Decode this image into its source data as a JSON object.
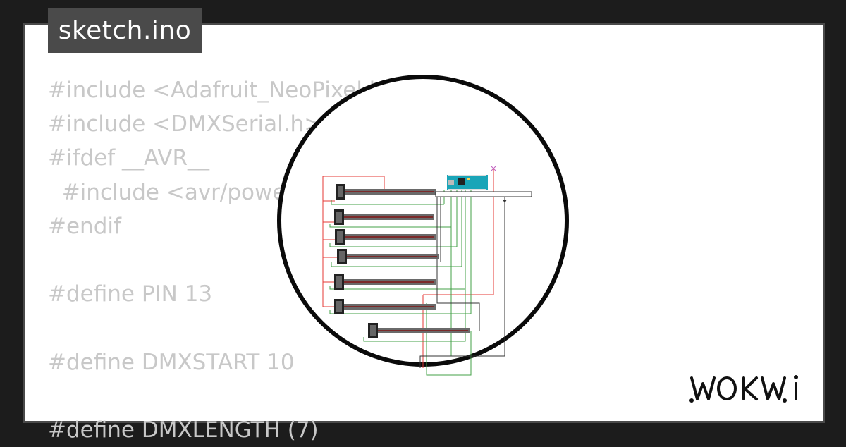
{
  "file_tab": {
    "title": "sketch.ino"
  },
  "code_lines": [
    "#include <Adafruit_NeoPixel.h>",
    "#include <DMXSerial.h>",
    "#ifdef __AVR__",
    "  #include <avr/power.h>",
    "#endif",
    "",
    "#define PIN 13",
    "",
    "#define DMXSTART 10",
    "",
    "#define DMXLENGTH (7)"
  ],
  "logo": {
    "text": "WOKWI",
    "icon": "wokwi-logo-icon"
  },
  "preview": {
    "board": "arduino-nano",
    "slider_count": 7,
    "colors": {
      "wire_red": "#e53935",
      "wire_green": "#43a047",
      "wire_dark": "#333333",
      "board": "#1aa5b8"
    }
  }
}
